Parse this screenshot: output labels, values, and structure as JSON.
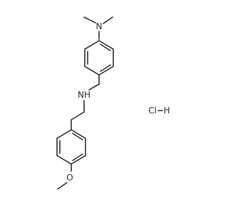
{
  "molecule": {
    "atoms": {
      "amine_n": "N",
      "secondary_amine": "NH",
      "ether_o": "O",
      "hcl_cl": "Cl",
      "hcl_h": "H"
    }
  }
}
